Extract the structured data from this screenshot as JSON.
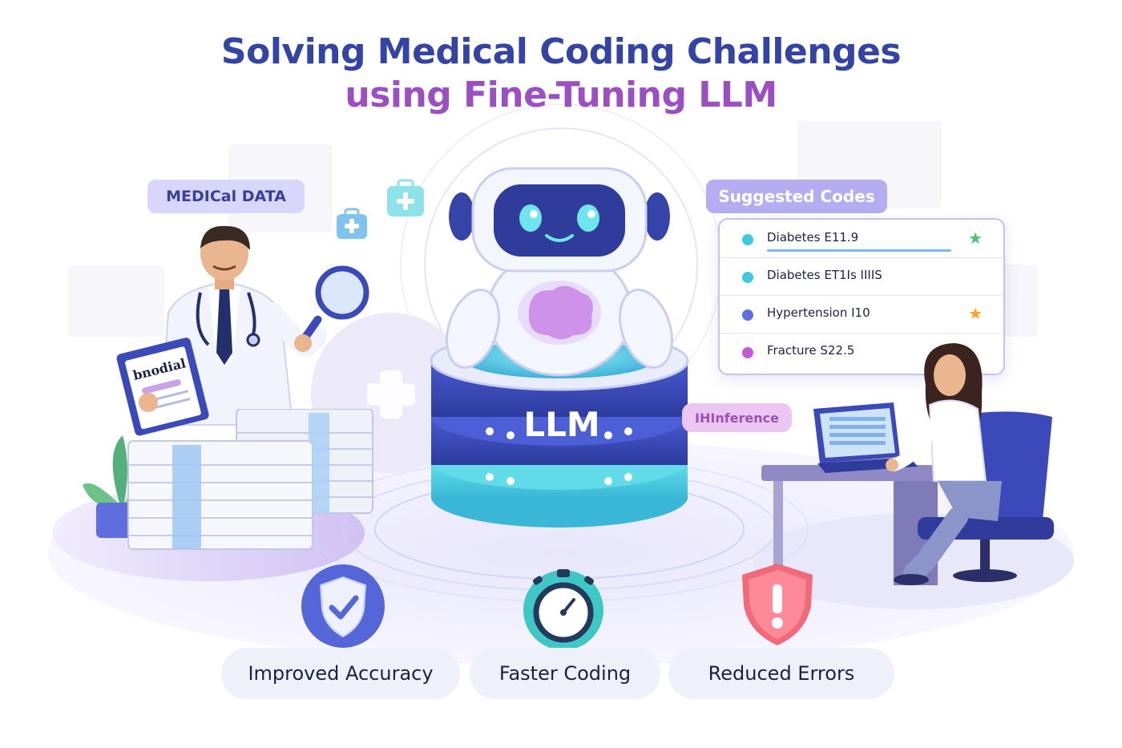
{
  "title": {
    "line1": "Solving Medical Coding Challenges",
    "line2": "using Fine-Tuning LLM"
  },
  "left": {
    "tag": "MEDICal DATA",
    "clipboard_text": "bnodial"
  },
  "center": {
    "server_label": "LLM"
  },
  "right": {
    "tag": "Suggested Codes",
    "inference_tag": "IHInference",
    "codes": [
      {
        "text": "Diabetes E11.9",
        "dot_color": "#3ec9dc",
        "mark": "star",
        "mark_color": "#4bc27a"
      },
      {
        "text": "Diabetes ET1Is  IIIIS",
        "dot_color": "#3ec9dc",
        "mark": "",
        "mark_color": ""
      },
      {
        "text": "Hypertension I10",
        "dot_color": "#5b6fe0",
        "mark": "star",
        "mark_color": "#f5a623"
      },
      {
        "text": "Fracture S22.5",
        "dot_color": "#c55ad9",
        "mark": "",
        "mark_color": ""
      }
    ]
  },
  "benefits": [
    {
      "label": "Improved Accuracy",
      "icon": "shield-check-icon"
    },
    {
      "label": "Faster Coding",
      "icon": "stopwatch-icon"
    },
    {
      "label": "Reduced Errors",
      "icon": "alert-shield-icon"
    }
  ],
  "colors": {
    "title_blue": "#3344a6",
    "title_purple": "#9b4fc3",
    "accent_teal": "#4fd3e0",
    "accent_indigo": "#3b4ab8"
  }
}
